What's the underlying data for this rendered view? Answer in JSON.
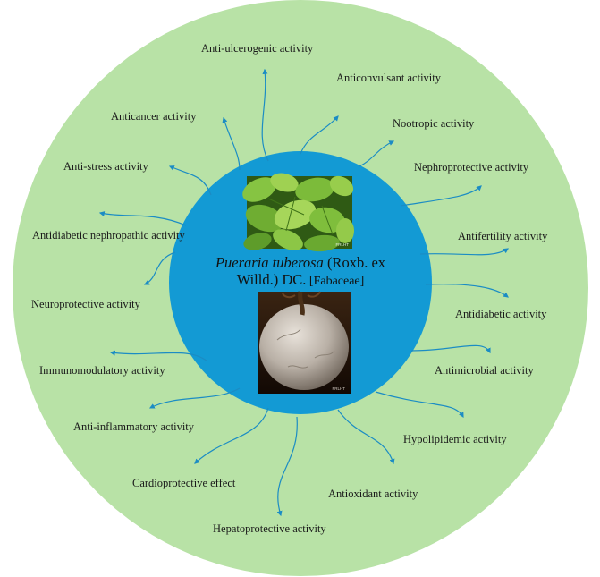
{
  "center": {
    "species_italic": "Pueraria tuberosa",
    "authority_1": " (Roxb. ex",
    "authority_2": "Willd.) DC.",
    "family": " [Fabaceae]",
    "photo_mark_top": "FRLHT",
    "photo_mark_bottom": "FRLHT"
  },
  "activities": [
    "Anti-ulcerogenic activity",
    "Anticonvulsant activity",
    "Nootropic activity",
    "Nephroprotective activity",
    "Antifertility activity",
    "Antidiabetic activity",
    "Antimicrobial activity",
    "Hypolipidemic activity",
    "Antioxidant activity",
    "Hepatoprotective activity",
    "Cardioprotective effect",
    "Anti-inflammatory activity",
    "Immunomodulatory activity",
    "Neuroprotective activity",
    "Antidiabetic nephropathic activity",
    "Anti-stress activity",
    "Anticancer activity"
  ],
  "colors": {
    "outer_circle": "#b8e2a6",
    "inner_circle": "#139ad4",
    "arrow": "#1b8cc4",
    "text": "#1a1a1a"
  }
}
